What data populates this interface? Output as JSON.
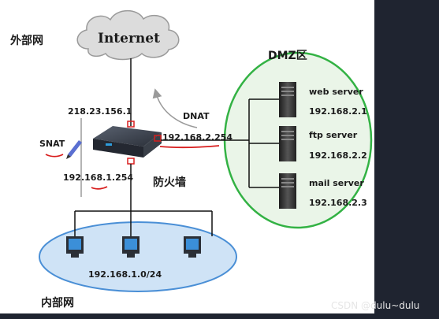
{
  "labels": {
    "outer_net": "外部网",
    "internet": "Internet",
    "dmz": "DMZ区",
    "wan_ip": "218.23.156.1",
    "dnat": "DNAT",
    "snat": "SNAT",
    "dmz_gw_ip": "192.168.2.254",
    "lan_gw_ip": "192.168.1.254",
    "firewall": "防火墙",
    "lan_subnet": "192.168.1.0/24",
    "inner_net": "内部网"
  },
  "servers": [
    {
      "name": "web server",
      "ip": "192.168.2.1"
    },
    {
      "name": "ftp server",
      "ip": "192.168.2.2"
    },
    {
      "name": "mail server",
      "ip": "192.168.2.3"
    }
  ],
  "watermark": "CSDN @dulu~dulu",
  "colors": {
    "dmz_ellipse_fill": "#eaf5e8",
    "dmz_ellipse_stroke": "#33b244",
    "lan_ellipse_fill": "#cfe3f6",
    "lan_ellipse_stroke": "#4a8fd6",
    "cloud_fill": "#dcdcdc",
    "annotation_red": "#d81e1e",
    "line": "#111111"
  }
}
